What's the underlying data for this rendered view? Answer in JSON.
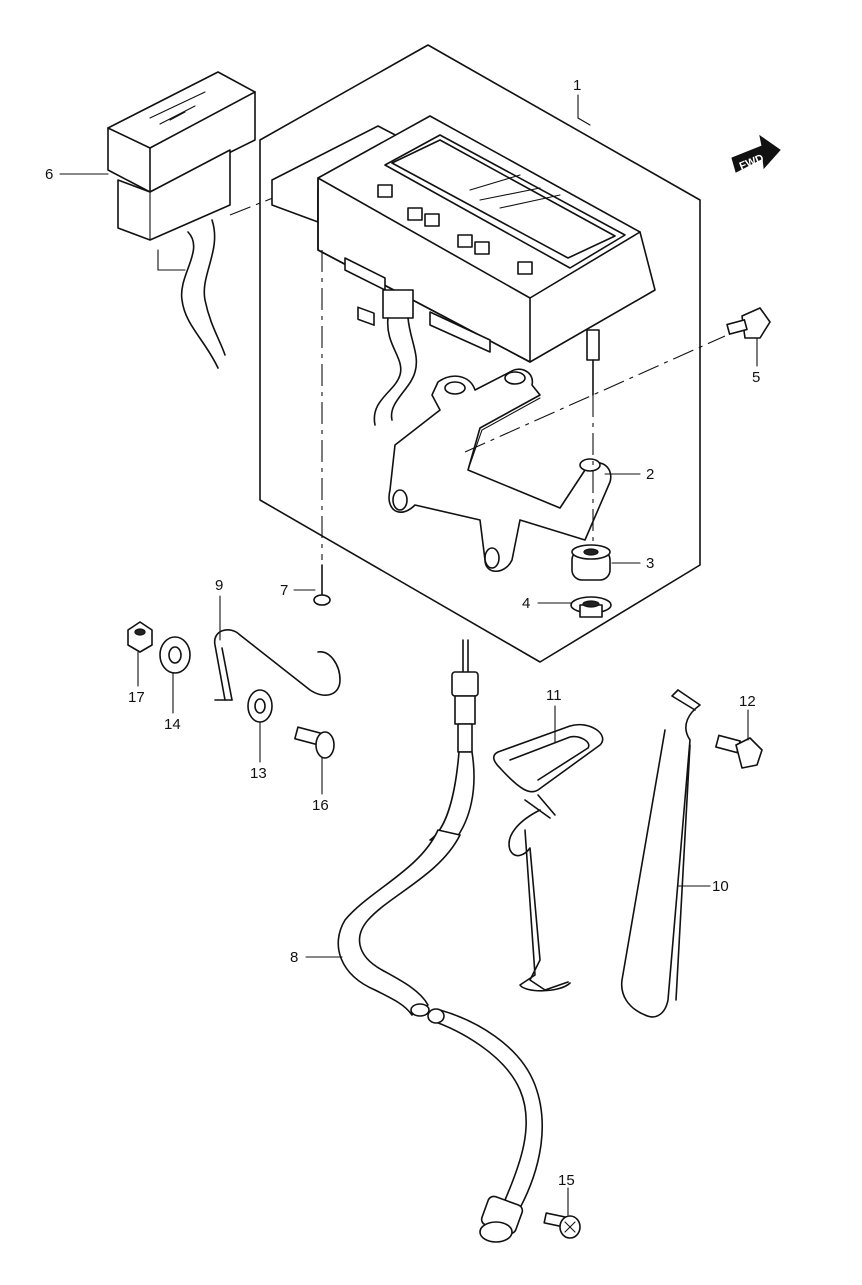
{
  "fwd_badge": {
    "text": "FWD"
  },
  "callouts": [
    {
      "id": "1",
      "label": "1"
    },
    {
      "id": "2",
      "label": "2"
    },
    {
      "id": "3",
      "label": "3"
    },
    {
      "id": "4",
      "label": "4"
    },
    {
      "id": "5",
      "label": "5"
    },
    {
      "id": "6",
      "label": "6"
    },
    {
      "id": "7",
      "label": "7"
    },
    {
      "id": "8",
      "label": "8"
    },
    {
      "id": "9",
      "label": "9"
    },
    {
      "id": "10",
      "label": "10"
    },
    {
      "id": "11",
      "label": "11"
    },
    {
      "id": "12",
      "label": "12"
    },
    {
      "id": "13",
      "label": "13"
    },
    {
      "id": "14",
      "label": "14"
    },
    {
      "id": "15",
      "label": "15"
    },
    {
      "id": "16",
      "label": "16"
    },
    {
      "id": "17",
      "label": "17"
    }
  ]
}
